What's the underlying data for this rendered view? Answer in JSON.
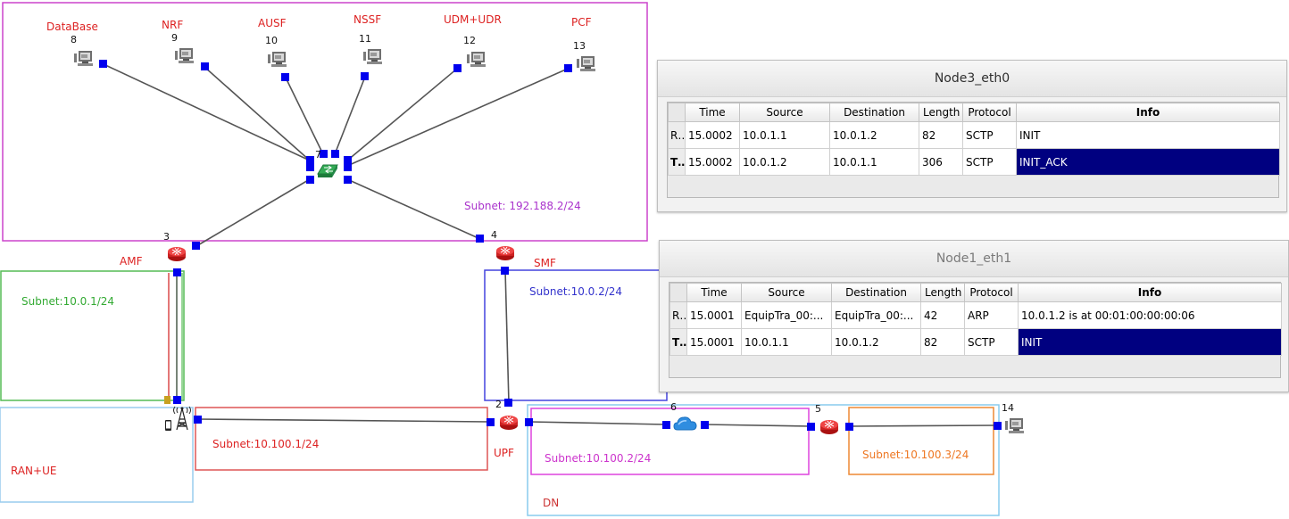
{
  "diagram": {
    "nodes": [
      {
        "id": "8",
        "label": "DataBase"
      },
      {
        "id": "9",
        "label": "NRF"
      },
      {
        "id": "10",
        "label": "AUSF"
      },
      {
        "id": "11",
        "label": "NSSF"
      },
      {
        "id": "12",
        "label": "UDM+UDR"
      },
      {
        "id": "13",
        "label": "PCF"
      },
      {
        "id": "7",
        "label": ""
      },
      {
        "id": "3",
        "label": "AMF"
      },
      {
        "id": "4",
        "label": "SMF"
      },
      {
        "id": "1",
        "label": "RAN+UE"
      },
      {
        "id": "2",
        "label": "UPF"
      },
      {
        "id": "6",
        "label": ""
      },
      {
        "id": "5",
        "label": ""
      },
      {
        "id": "14",
        "label": ""
      }
    ],
    "subnets": {
      "core": "Subnet: 192.188.2/24",
      "amf": "Subnet:10.0.1/24",
      "smf": "Subnet:10.0.2/24",
      "ran": "Subnet:10.100.1/24",
      "dn_inner": "Subnet:10.100.2/24",
      "dn_right": "Subnet:10.100.3/24",
      "dn": "DN"
    },
    "colors": {
      "core_box": "#cc44cc",
      "amf_box": "#55bb55",
      "smf_box": "#4444dd",
      "ran_box": "#99ccee",
      "upf_box": "#dd5555",
      "dn_inner_box": "#dd44dd",
      "dn_right_box": "#ee8833",
      "dn_box": "#88ccee",
      "label_red": "#dd2222",
      "port": "#0000ee"
    }
  },
  "panels": [
    {
      "title": "Node3_eth0",
      "columns": [
        "Time",
        "Source",
        "Destination",
        "Length",
        "Protocol",
        "Info"
      ],
      "rows": [
        {
          "dir": "Rx",
          "time": "15.0002",
          "source": "10.0.1.1",
          "destination": "10.0.1.2",
          "length": "82",
          "protocol": "SCTP",
          "info": "INIT"
        },
        {
          "dir": "Tx",
          "time": "15.0002",
          "source": "10.0.1.2",
          "destination": "10.0.1.1",
          "length": "306",
          "protocol": "SCTP",
          "info": "INIT_ACK"
        }
      ]
    },
    {
      "title": "Node1_eth1",
      "columns": [
        "Time",
        "Source",
        "Destination",
        "Length",
        "Protocol",
        "Info"
      ],
      "rows": [
        {
          "dir": "Rx",
          "time": "15.0001",
          "source": "EquipTra_00:...",
          "destination": "EquipTra_00:...",
          "length": "42",
          "protocol": "ARP",
          "info": "10.0.1.2 is at 00:01:00:00:00:06"
        },
        {
          "dir": "Tx",
          "time": "15.0001",
          "source": "10.0.1.1",
          "destination": "10.0.1.2",
          "length": "82",
          "protocol": "SCTP",
          "info": "INIT"
        }
      ]
    }
  ]
}
